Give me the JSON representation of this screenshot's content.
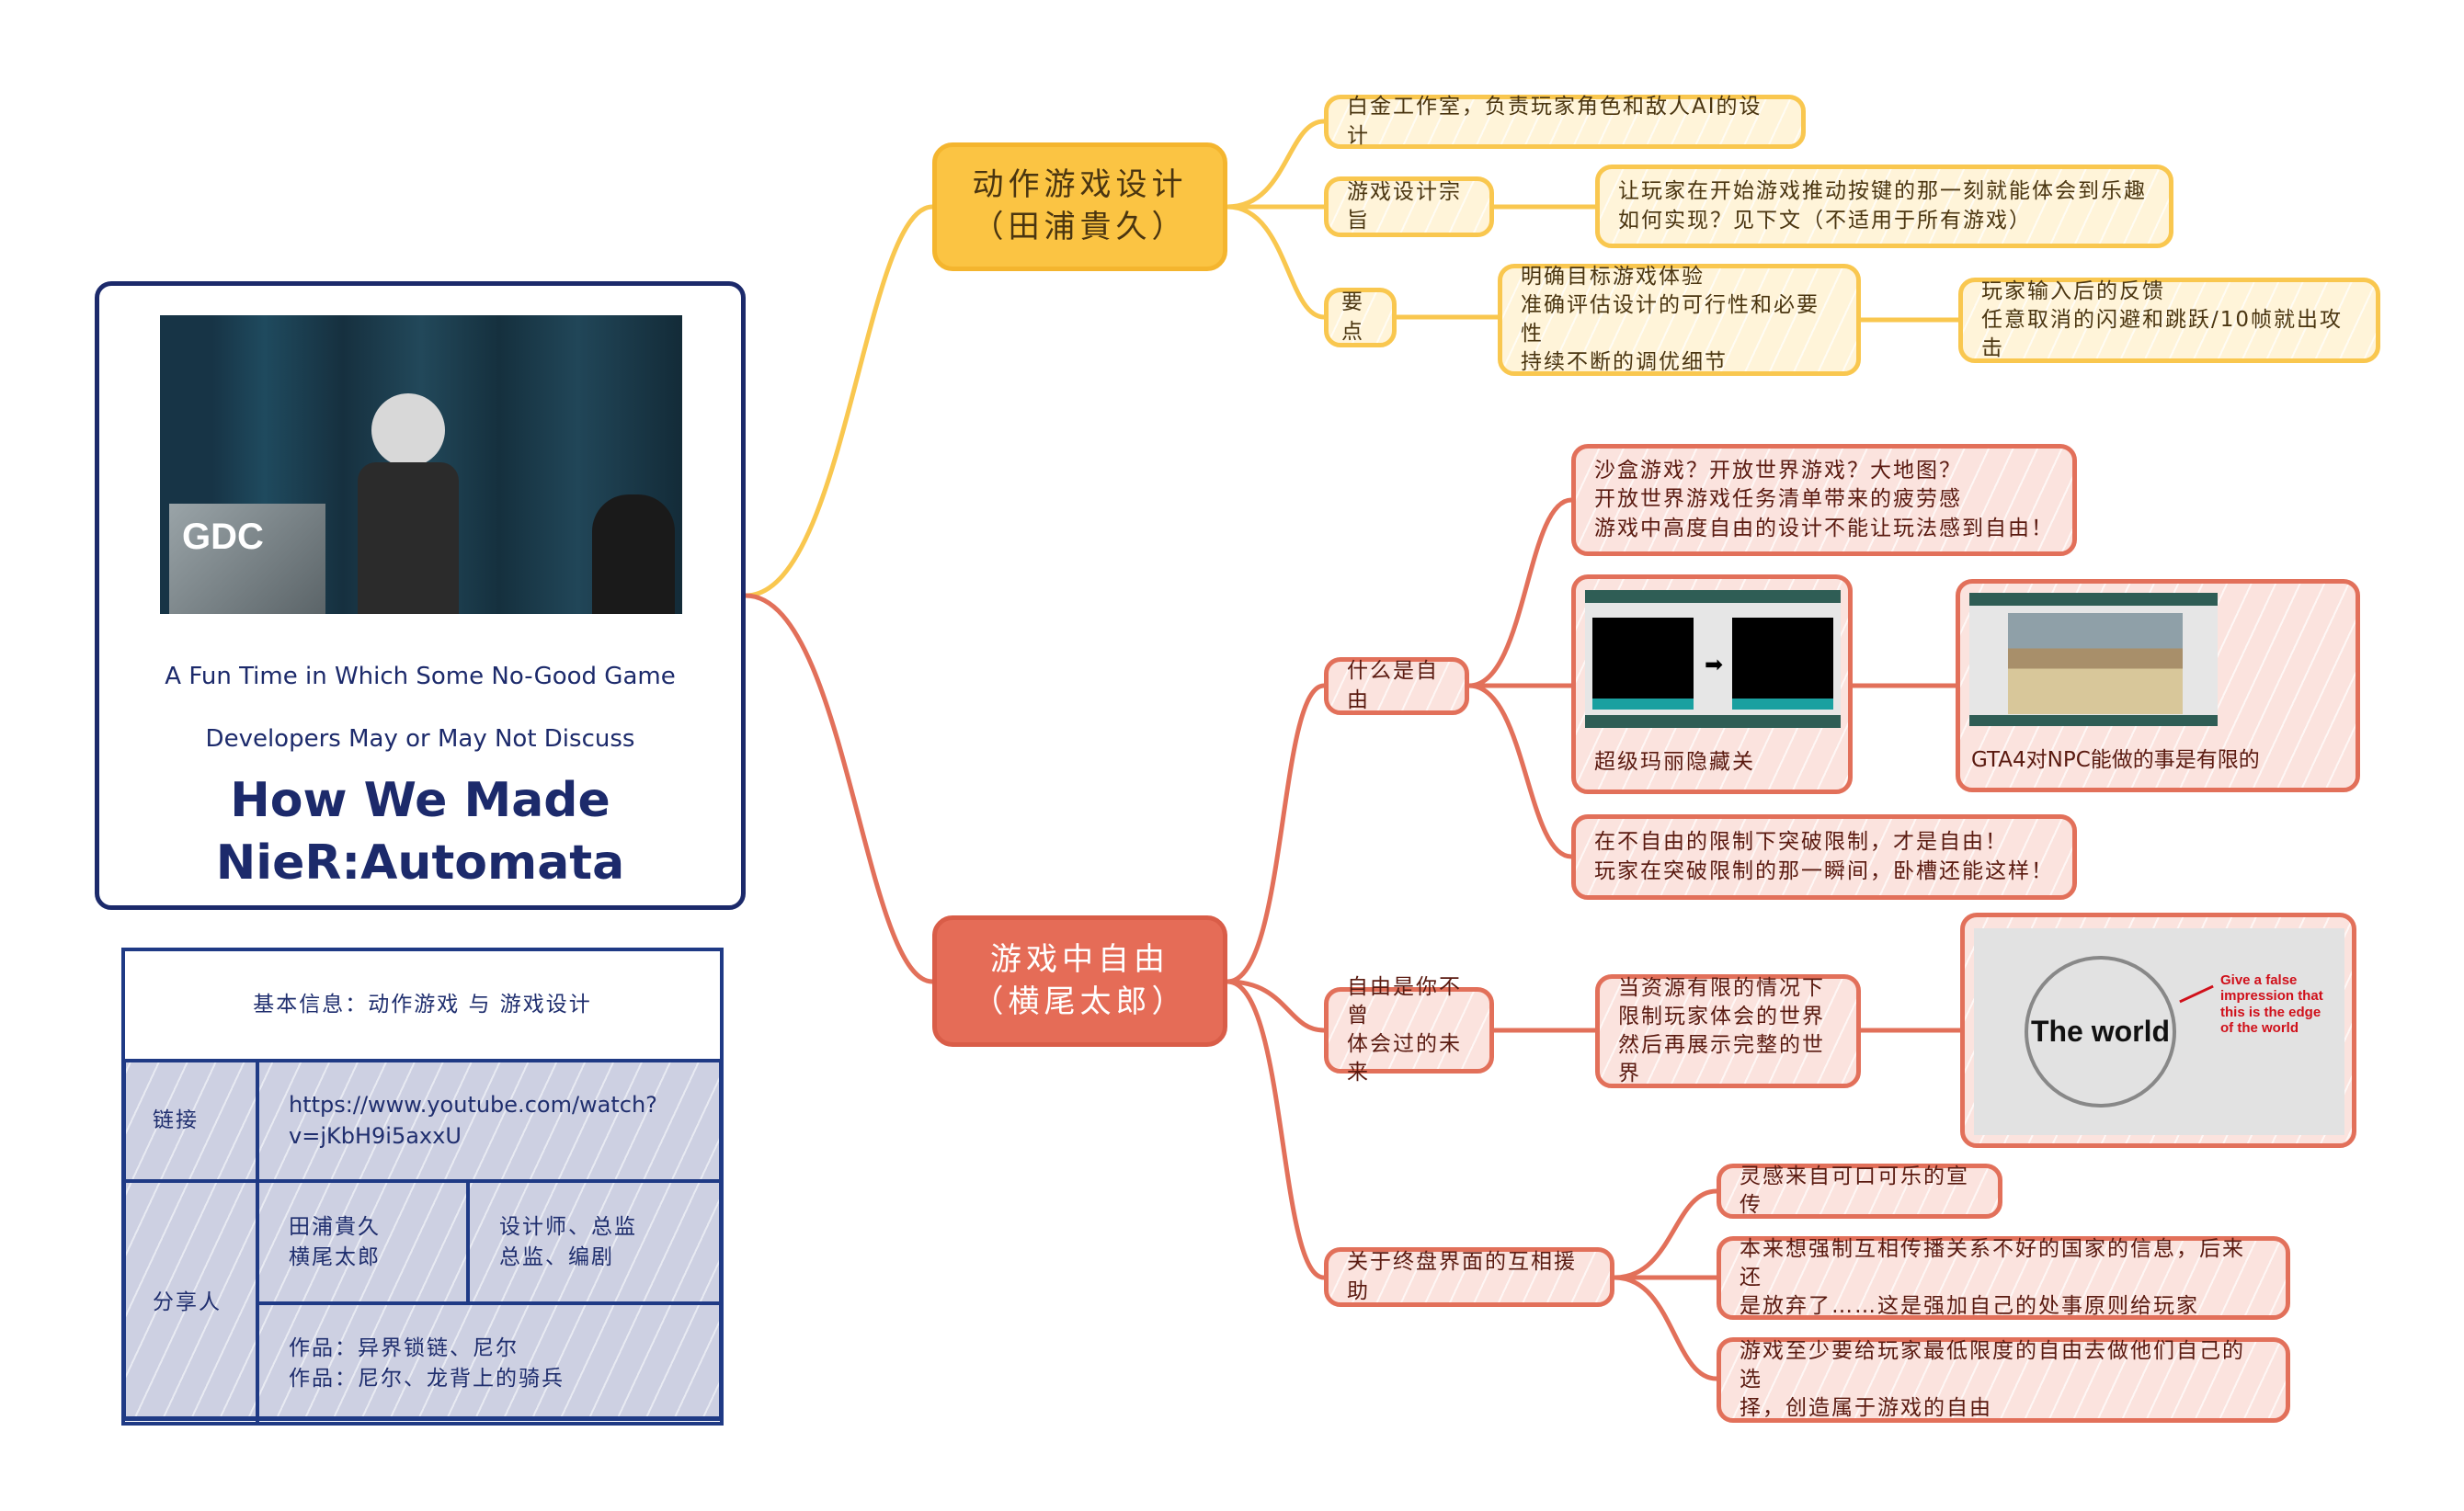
{
  "cover": {
    "subtitle_line1": "A Fun Time in Which Some No-Good Game",
    "subtitle_line2": "Developers May or May Not Discuss",
    "title_line1": "How We Made",
    "title_line2": "NieR:Automata",
    "photo_logo": "GDC"
  },
  "info_table": {
    "header": "基本信息：动作游戏 与 游戏设计",
    "link_label": "链接",
    "link_value": "https://www.youtube.com/watch?\nv=jKbH9i5axxU",
    "sharer_label": "分享人",
    "names": "田浦貴久\n横尾太郎",
    "roles": "设计师、总监\n总监、编剧",
    "works": "作品：异界锁链、尼尔\n作品：尼尔、龙背上的骑兵"
  },
  "colors": {
    "yellow": "#f9c74f",
    "red": "#e2705a",
    "navy": "#1f3a85"
  },
  "branch_action": {
    "title": "动作游戏设计\n（田浦貴久）",
    "studio": "白金工作室，负责玩家角色和敌人AI的设计",
    "principle_label": "游戏设计宗旨",
    "principle_detail": "让玩家在开始游戏推动按键的那一刻就能体会到乐趣\n如何实现？见下文（不适用于所有游戏）",
    "keypoints_label": "要点",
    "keypoints_detail": "明确目标游戏体验\n准确评估设计的可行性和必要性\n持续不断的调优细节",
    "keypoints_extra": "玩家输入后的反馈\n任意取消的闪避和跳跃/10帧就出攻击"
  },
  "branch_freedom": {
    "title": "游戏中自由\n（横尾太郎）",
    "what_label": "什么是自由",
    "what_q": "沙盒游戏？开放世界游戏？大地图？\n开放世界游戏任务清单带来的疲劳感\n游戏中高度自由的设计不能让玩法感到自由！",
    "mario_caption": "超级玛丽隐藏关",
    "gta_caption": "GTA4对NPC能做的事是有限的",
    "what_answer": "在不自由的限制下突破限制，才是自由！\n玩家在突破限制的那一瞬间，卧槽还能这样！",
    "future_label": "自由是你不曾\n体会过的未来",
    "future_detail": "当资源有限的情况下\n限制玩家体会的世界\n然后再展示完整的世界",
    "world_label": "The world",
    "world_note": "Give a false impression that this is the edge of the world",
    "ending_label": "关于终盘界面的互相援助",
    "ending_1": "灵感来自可口可乐的宣传",
    "ending_2": "本来想强制互相传播关系不好的国家的信息，后来还\n是放弃了……这是强加自己的处事原则给玩家",
    "ending_3": "游戏至少要给玩家最低限度的自由去做他们自己的选\n择，创造属于游戏的自由"
  }
}
